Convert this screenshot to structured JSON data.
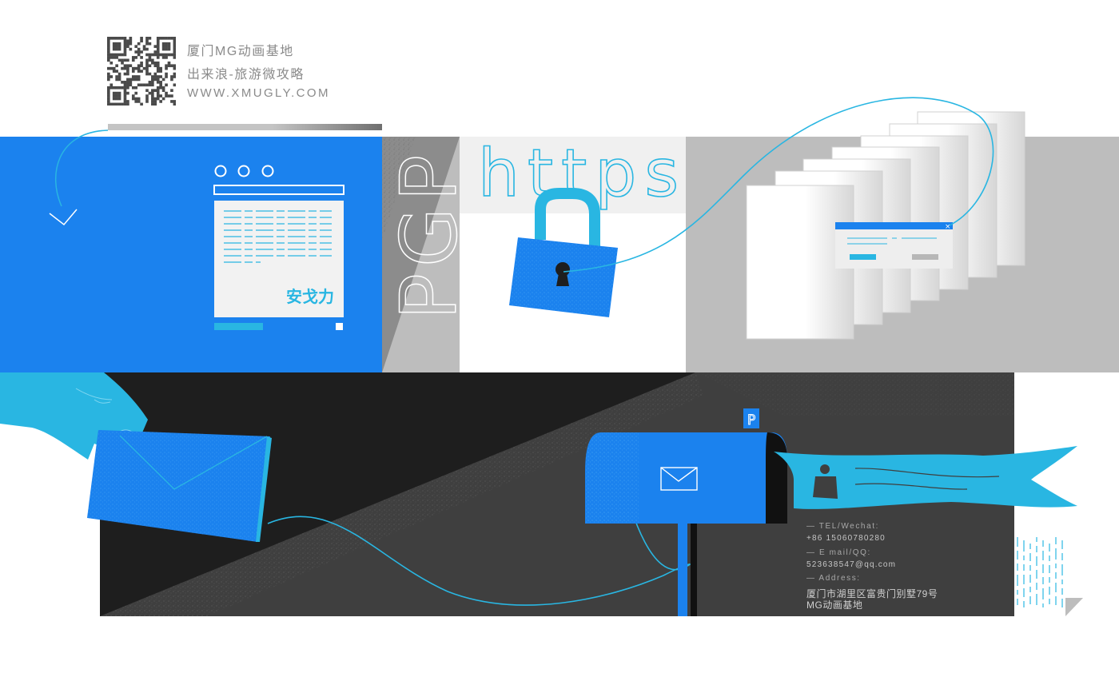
{
  "header": {
    "line1": "厦门MG动画基地",
    "line2": "出来浪-旅游微攻略",
    "line3": "WWW.XMUGLY.COM"
  },
  "panels": {
    "browser_logo": "安戈力",
    "pgp_label": "PGP",
    "https_label": "https"
  },
  "contact": {
    "tel_label": "— TEL/Wechat:",
    "tel_value": "+86 15060780280",
    "email_label": "— E mail/QQ:",
    "email_value": "523638547@qq.com",
    "address_label": "— Address:",
    "address_line1": "厦门市湖里区富贵门别墅79号",
    "address_line2": "MG动画基地"
  },
  "mailbox": {
    "flag_label": "P"
  },
  "colors": {
    "blue": "#1b82ee",
    "cyan": "#29b6e2",
    "light_grey": "#bdbdbd",
    "dark": "#1e1e1e",
    "mid_dark": "#3f3f3f"
  }
}
